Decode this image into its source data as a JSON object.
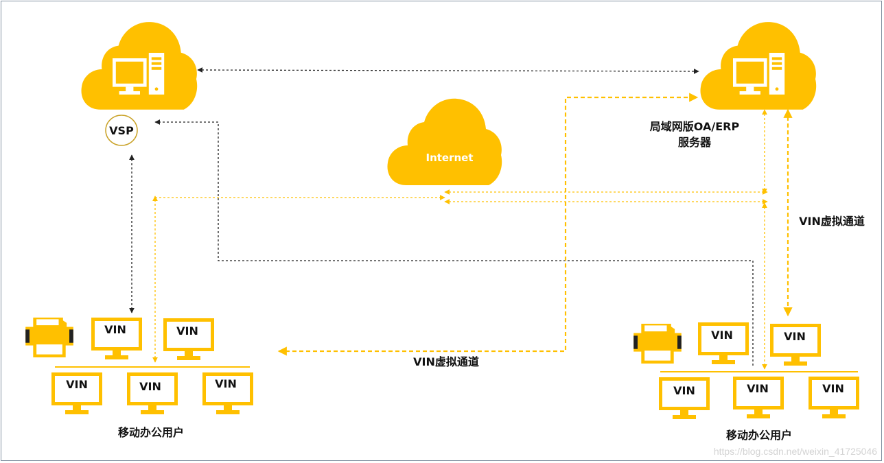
{
  "colors": {
    "accent": "#FFC000",
    "black_line": "#222222",
    "frame": "#7F8F9F"
  },
  "icons": {
    "cloud_server": "cloud-with-computer-icon",
    "internet_cloud": "cloud-icon",
    "monitor": "monitor-icon",
    "printer": "printer-icon"
  },
  "labels": {
    "vsp": "VSP",
    "internet": "Internet",
    "server_line1": "局域网版OA/ERP",
    "server_line2": "服务器",
    "tunnel_center": "VIN虚拟通道",
    "tunnel_right": "VIN虚拟通道",
    "left_group": "移动办公用户",
    "right_group": "移动办公用户",
    "watermark": "https://blog.csdn.net/weixin_41725046"
  },
  "left_monitors": [
    "VIN",
    "VIN",
    "VIN",
    "VIN",
    "VIN"
  ],
  "right_monitors": [
    "VIN",
    "VIN",
    "VIN",
    "VIN",
    "VIN"
  ]
}
